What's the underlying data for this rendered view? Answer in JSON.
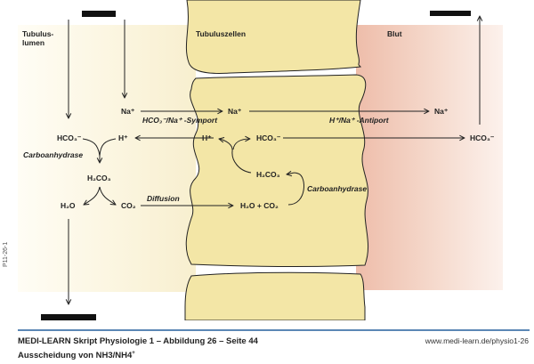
{
  "diagram": {
    "regions": {
      "lumen": "Tubulus-\nlumen",
      "lumen_line1": "Tubulus-",
      "lumen_line2": "lumen",
      "cells": "Tubuluszellen",
      "blood": "Blut"
    },
    "pixelated_labels": {
      "top_left": "[pixelated label]",
      "top_right": "[pixelated label]",
      "bottom_left": "[pixelated label]"
    },
    "species": {
      "na_lumen": "Na⁺",
      "na_cell": "Na⁺",
      "na_blood": "Na⁺",
      "hco3_lumen": "HCO₃⁻",
      "h_lumen": "H⁺",
      "h_cell": "H⁺",
      "hco3_cell": "HCO₃⁻",
      "hco3_blood": "HCO₃⁻",
      "h2co3_lumen": "H₂CO₃",
      "h2co3_cell": "H₂CO₃",
      "h2o_lumen": "H₂O",
      "co2_lumen": "CO₂",
      "h2o_co2_cell": "H₂O + CO₂"
    },
    "annotations": {
      "symport": "HCO₃⁻/Na⁺ -Symport",
      "antiport": "H⁺/Na⁺ -Antiport",
      "carboanhydrase_lumen": "Carboanhydrase",
      "carboanhydrase_cell": "Carboanhydrase",
      "diffusion": "Diffusion"
    },
    "colors": {
      "lumen_bg": "#fbf6e4",
      "cell_fill": "#f3e6a6",
      "blood_bg": "#efc4b4"
    }
  },
  "side_code": "P11-26-1",
  "footer": {
    "title": "MEDI-LEARN Skript Physiologie 1 – Abbildung 26 – Seite 44",
    "subtitle": "Ausscheidung von NH3/NH4",
    "subtitle_sup": "+",
    "url": "www.medi-learn.de/physio1-26"
  }
}
